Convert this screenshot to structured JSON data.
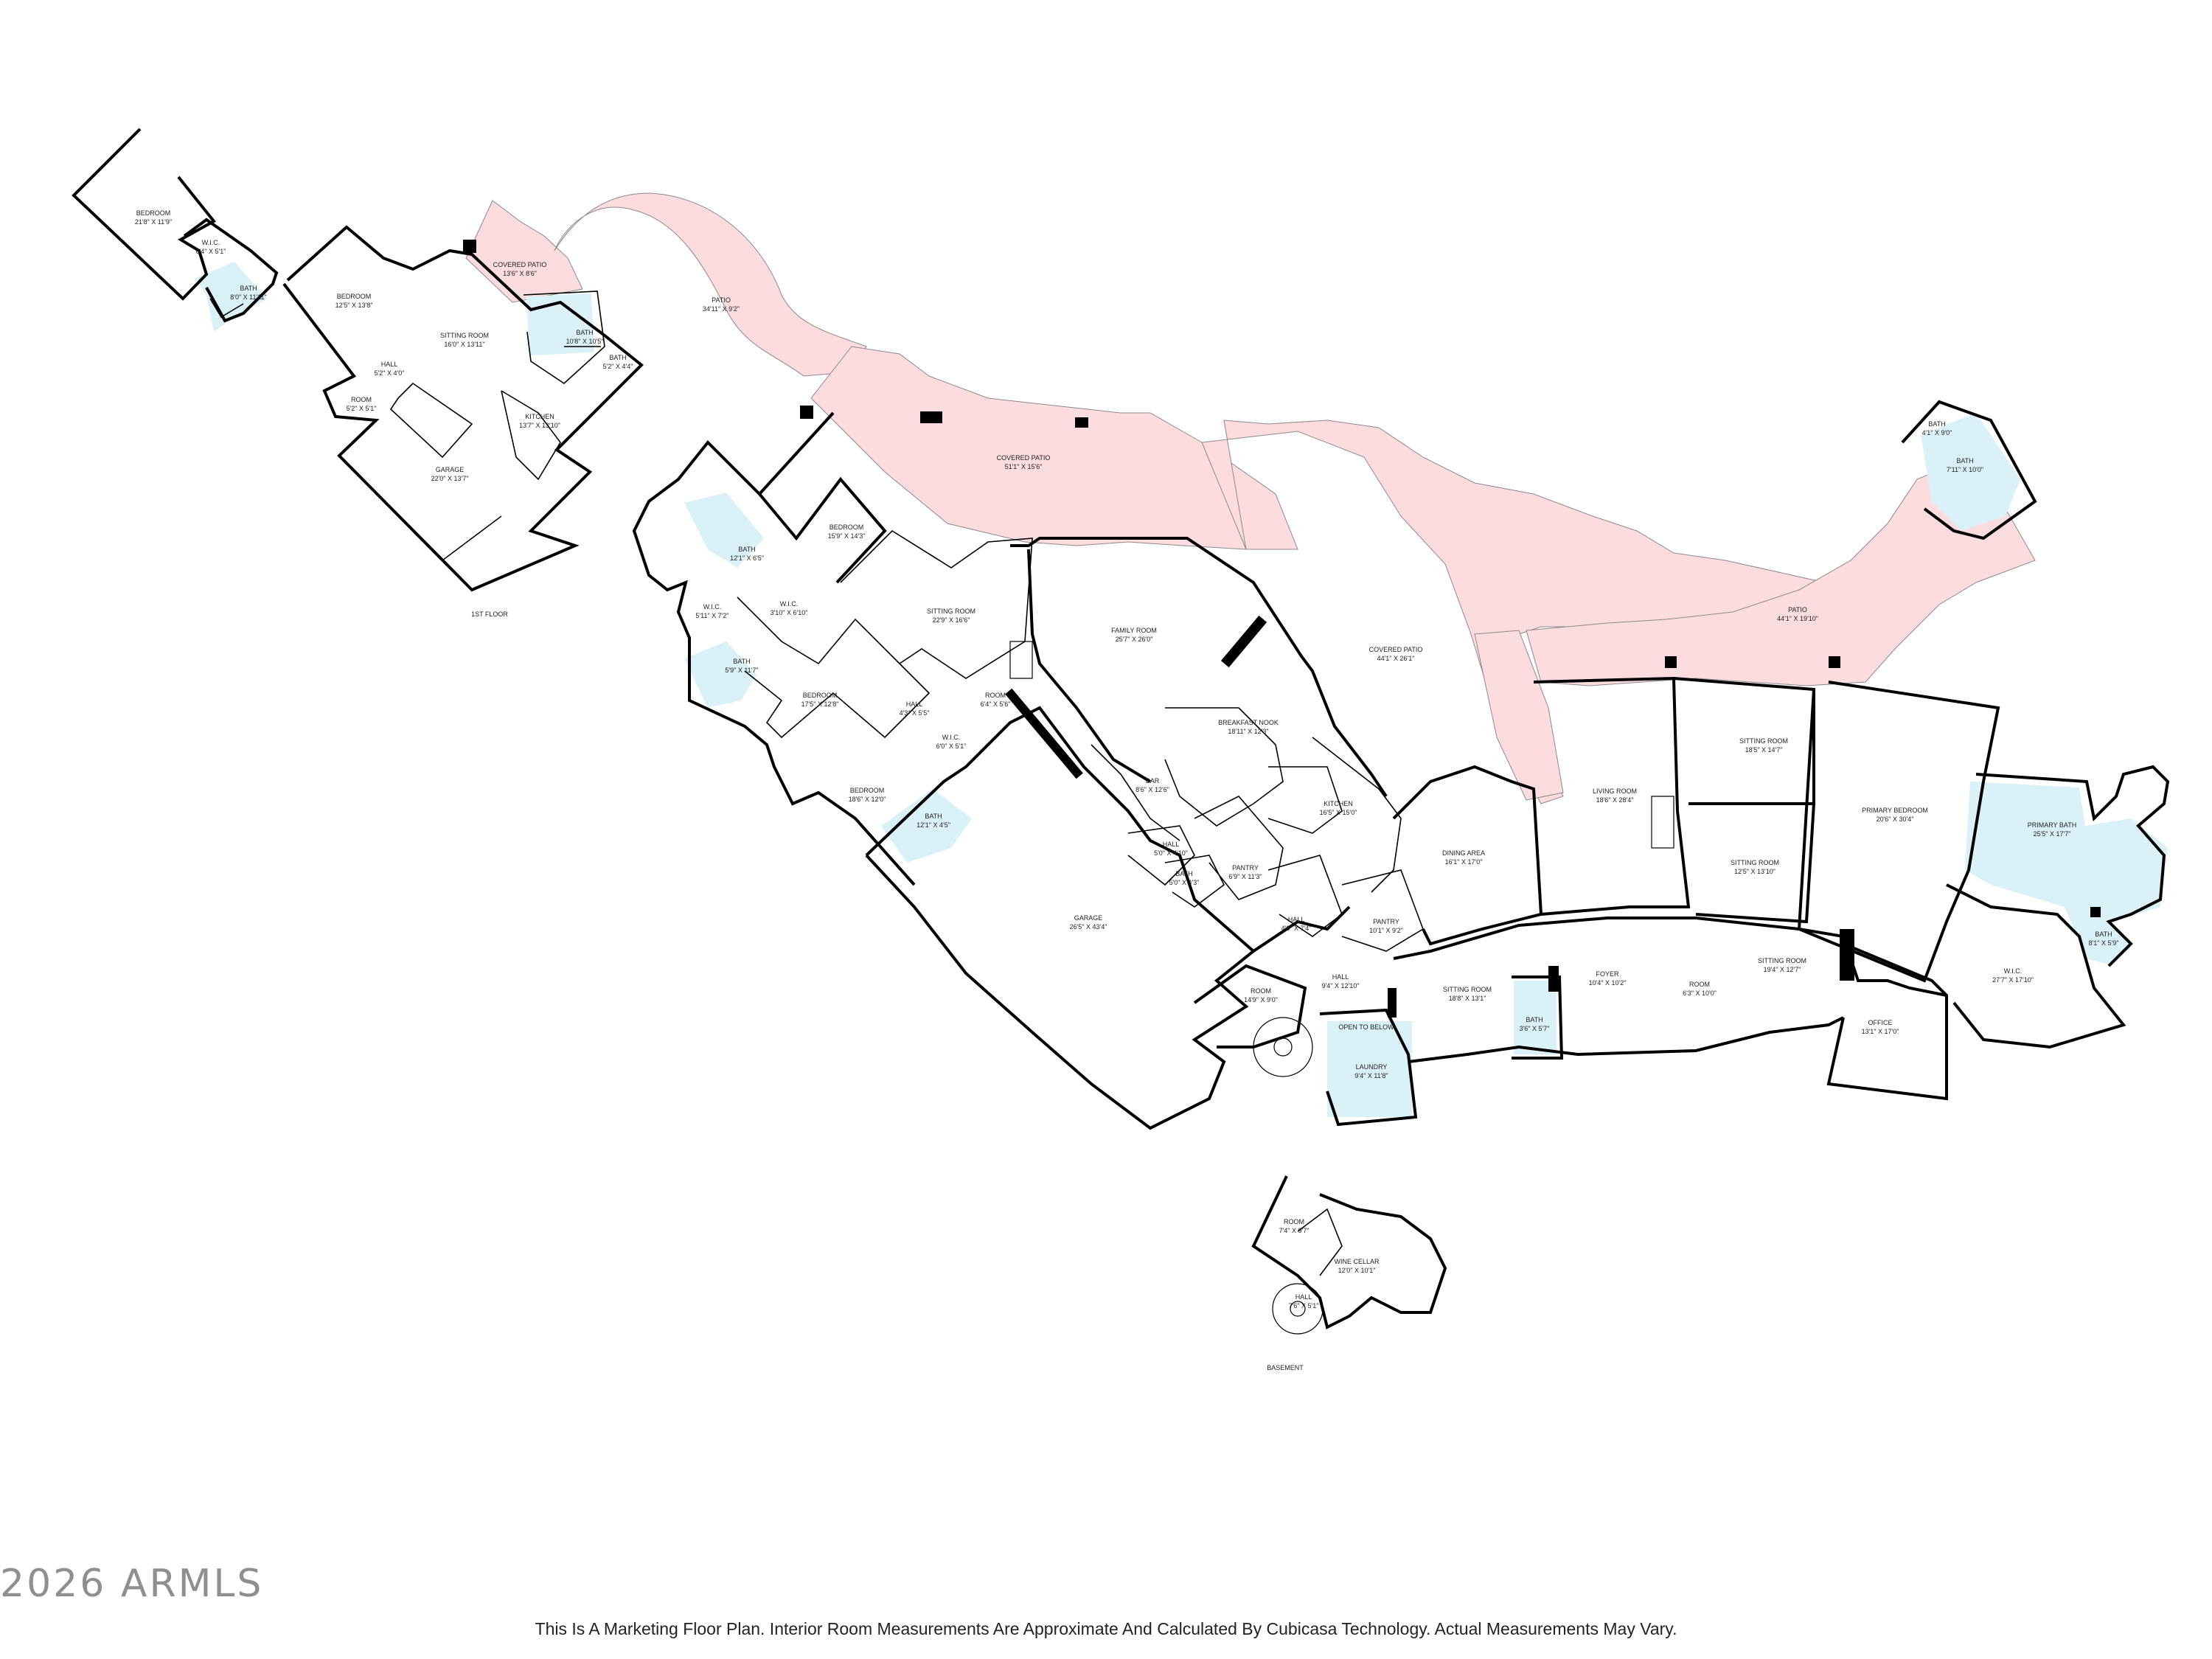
{
  "footer": {
    "watermark": "2026 ARMLS",
    "disclaimer": "This Is A Marketing Floor Plan. Interior Room Measurements Are Approximate And Calculated By Cubicasa Technology. Actual Measurements May Vary."
  },
  "floor_labels": {
    "first_floor": "1ST FLOOR",
    "basement": "BASEMENT"
  },
  "rooms": {
    "guest_bedroom_1": {
      "name": "BEDROOM",
      "dims": "21'8\" X 11'9\""
    },
    "guest_wic": {
      "name": "W.I.C.",
      "dims": "6'4\" X 5'1\""
    },
    "guest_bath_1": {
      "name": "BATH",
      "dims": "8'0\" X 11'11\""
    },
    "guest_bedroom_2": {
      "name": "BEDROOM",
      "dims": "12'5\" X 13'8\""
    },
    "covered_patio_1": {
      "name": "COVERED PATIO",
      "dims": "13'6\" X 8'6\""
    },
    "sitting_room_1": {
      "name": "SITTING ROOM",
      "dims": "16'0\" X 13'11\""
    },
    "bath_2": {
      "name": "BATH",
      "dims": "10'8\" X 10'5\""
    },
    "bath_3": {
      "name": "BATH",
      "dims": "5'2\" X 4'4\""
    },
    "hall_1": {
      "name": "HALL",
      "dims": "5'2\" X 4'0\""
    },
    "room_1": {
      "name": "ROOM",
      "dims": "5'2\" X 5'1\""
    },
    "kitchen_1": {
      "name": "KITCHEN",
      "dims": "13'7\" X 13'10\""
    },
    "garage_1": {
      "name": "GARAGE",
      "dims": "22'0\" X 13'7\""
    },
    "patio_1": {
      "name": "PATIO",
      "dims": "34'11\" X 9'2\""
    },
    "covered_patio_2": {
      "name": "COVERED PATIO",
      "dims": "51'1\" X 15'6\""
    },
    "bedroom_3": {
      "name": "BEDROOM",
      "dims": "15'9\" X 14'3\""
    },
    "bath_4": {
      "name": "BATH",
      "dims": "12'1\" X 6'5\""
    },
    "wic_2": {
      "name": "W.I.C.",
      "dims": "5'11\" X 7'2\""
    },
    "wic_3": {
      "name": "W.I.C.",
      "dims": "3'10\" X 6'10\""
    },
    "bath_5": {
      "name": "BATH",
      "dims": "5'9\" X 11'7\""
    },
    "sitting_room_2": {
      "name": "SITTING ROOM",
      "dims": "22'9\" X 16'6\""
    },
    "bedroom_4": {
      "name": "BEDROOM",
      "dims": "17'5\" X 12'8\""
    },
    "hall_2": {
      "name": "HALL",
      "dims": "4'3\" X 5'5\""
    },
    "room_2": {
      "name": "ROOM",
      "dims": "6'4\" X 5'6\""
    },
    "wic_4": {
      "name": "W.I.C.",
      "dims": "6'0\" X 5'1\""
    },
    "bedroom_5": {
      "name": "BEDROOM",
      "dims": "18'6\" X 12'0\""
    },
    "bath_6": {
      "name": "BATH",
      "dims": "12'1\" X 4'5\""
    },
    "family_room": {
      "name": "FAMILY ROOM",
      "dims": "25'7\" X 26'0\""
    },
    "breakfast_nook": {
      "name": "BREAKFAST NOOK",
      "dims": "18'11\" X 12'3\""
    },
    "bar": {
      "name": "BAR",
      "dims": "8'6\" X 12'6\""
    },
    "kitchen_2": {
      "name": "KITCHEN",
      "dims": "16'5\" X 15'0\""
    },
    "covered_patio_3": {
      "name": "COVERED PATIO",
      "dims": "44'1\" X 26'1\""
    },
    "hall_3": {
      "name": "HALL",
      "dims": "5'0\" X 4'10\""
    },
    "pantry_1": {
      "name": "PANTRY",
      "dims": "6'9\" X 11'3\""
    },
    "bath_7": {
      "name": "BATH",
      "dims": "5'0\" X 4'3\""
    },
    "garage_2": {
      "name": "GARAGE",
      "dims": "26'5\" X 43'4\""
    },
    "hall_4": {
      "name": "HALL",
      "dims": "4'6\" X 7'4\""
    },
    "pantry_2": {
      "name": "PANTRY",
      "dims": "10'1\" X 9'2\""
    },
    "dining_area": {
      "name": "DINING AREA",
      "dims": "16'1\" X 17'0\""
    },
    "hall_5": {
      "name": "HALL",
      "dims": "9'4\" X 12'10\""
    },
    "room_3": {
      "name": "ROOM",
      "dims": "14'9\" X 9'0\""
    },
    "open_to_below": {
      "name": "OPEN TO BELOW",
      "dims": ""
    },
    "laundry": {
      "name": "LAUNDRY",
      "dims": "9'4\" X 11'8\""
    },
    "sitting_room_3": {
      "name": "SITTING ROOM",
      "dims": "18'8\" X 13'1\""
    },
    "living_room": {
      "name": "LIVING ROOM",
      "dims": "18'6\" X 28'4\""
    },
    "bath_8": {
      "name": "BATH",
      "dims": "3'6\" X 5'7\""
    },
    "foyer": {
      "name": "FOYER",
      "dims": "10'4\" X 10'2\""
    },
    "room_4": {
      "name": "ROOM",
      "dims": "6'3\" X 10'0\""
    },
    "sitting_room_4": {
      "name": "SITTING ROOM",
      "dims": "18'5\" X 14'7\""
    },
    "sitting_room_5": {
      "name": "SITTING ROOM",
      "dims": "12'5\" X 13'10\""
    },
    "sitting_room_6": {
      "name": "SITTING ROOM",
      "dims": "19'4\" X 12'7\""
    },
    "office": {
      "name": "OFFICE",
      "dims": "13'1\" X 17'0\""
    },
    "primary_bedroom": {
      "name": "PRIMARY BEDROOM",
      "dims": "20'6\" X 30'4\""
    },
    "patio_2": {
      "name": "PATIO",
      "dims": "44'1\" X 19'10\""
    },
    "bath_9": {
      "name": "BATH",
      "dims": "4'1\" X 9'0\""
    },
    "bath_10": {
      "name": "BATH",
      "dims": "7'11\" X 10'0\""
    },
    "primary_bath": {
      "name": "PRIMARY BATH",
      "dims": "25'5\" X 17'7\""
    },
    "primary_wic": {
      "name": "W.I.C.",
      "dims": "27'7\" X 17'10\""
    },
    "bath_11": {
      "name": "BATH",
      "dims": "8'1\" X 5'9\""
    },
    "basement_room": {
      "name": "ROOM",
      "dims": "7'4\" X 9'7\""
    },
    "wine_cellar": {
      "name": "WINE CELLAR",
      "dims": "12'0\" X 10'1\""
    },
    "basement_hall": {
      "name": "HALL",
      "dims": "7'6\" X 5'1\""
    }
  }
}
